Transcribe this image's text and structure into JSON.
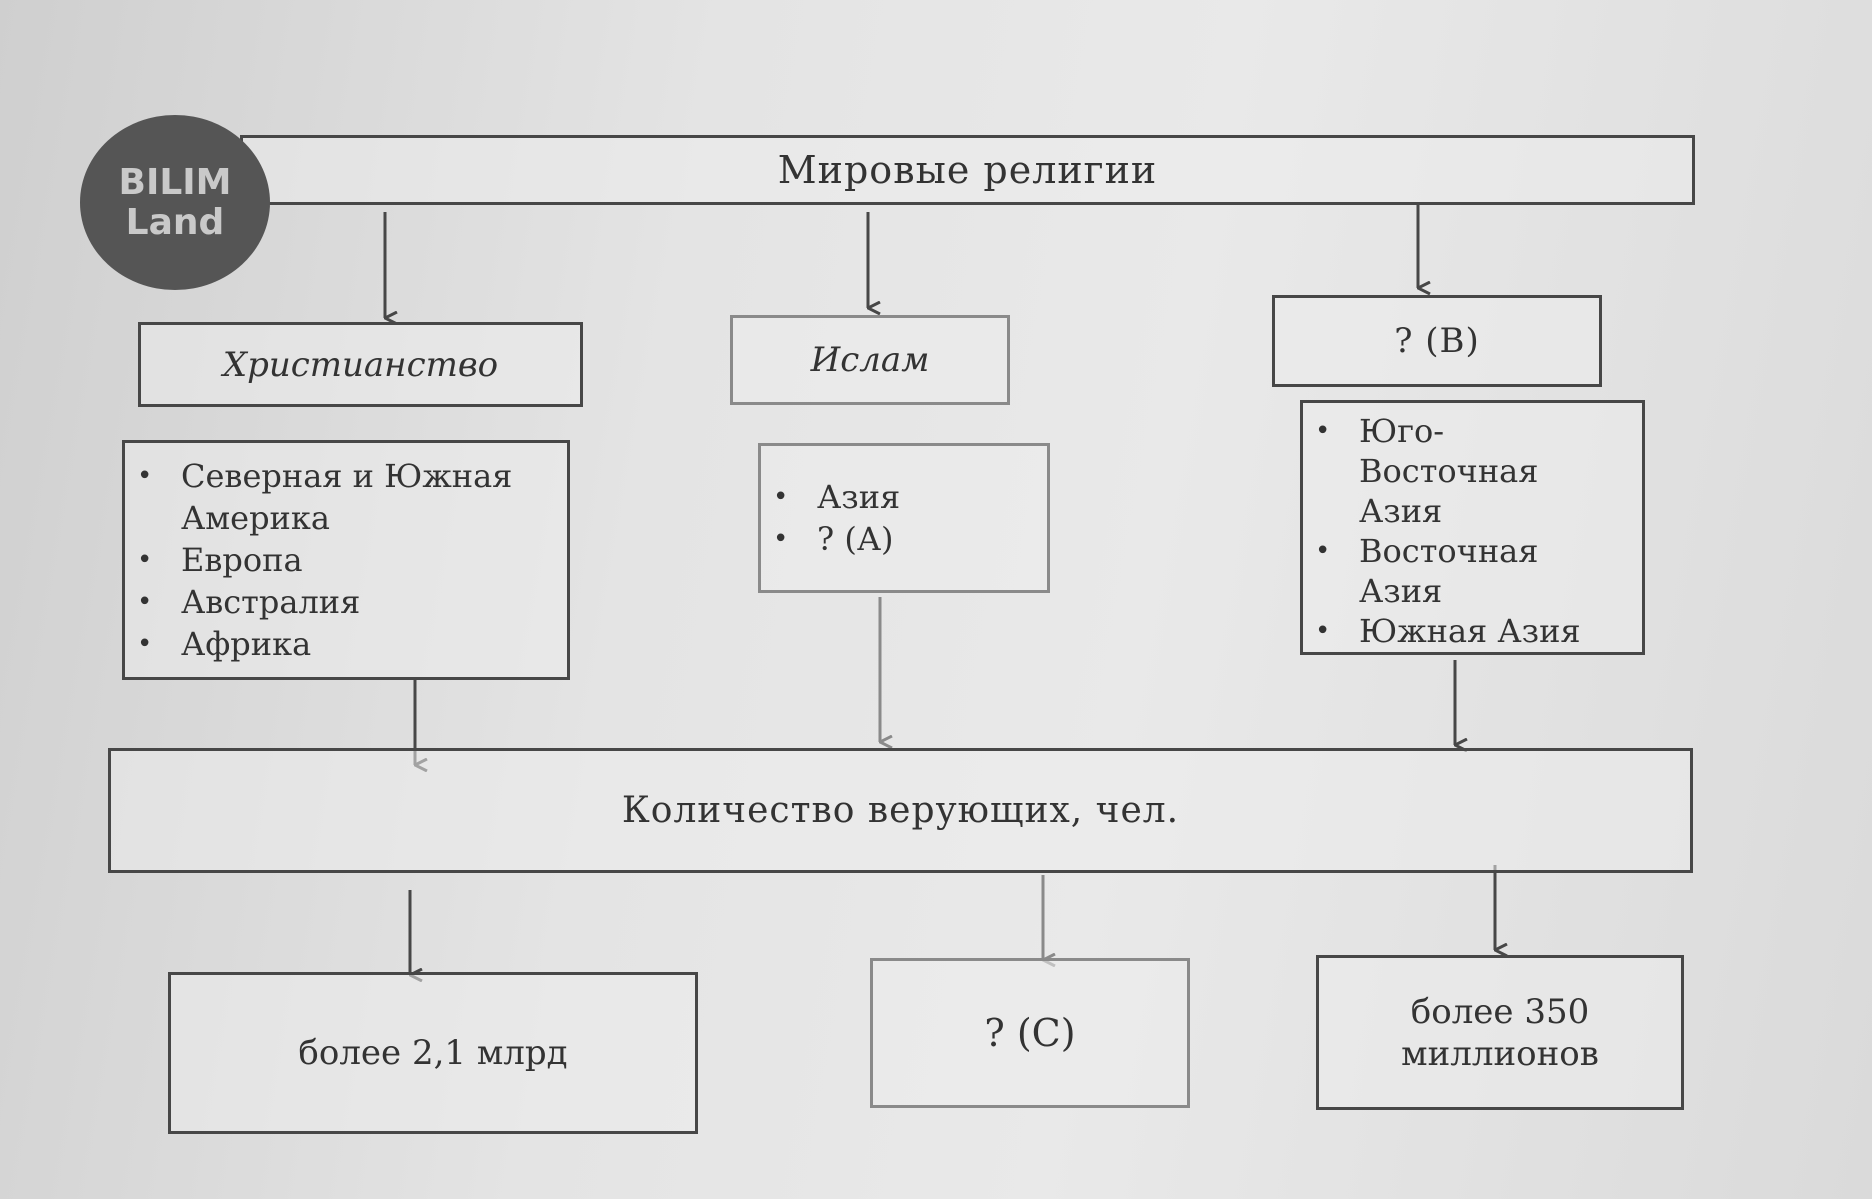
{
  "logo": {
    "line1": "BILIM",
    "line2": "Land"
  },
  "top": {
    "title": "Мировые религии"
  },
  "religions": [
    {
      "name": "Христианство",
      "regions": [
        "Северная и Южная Америка",
        "Европа",
        "Австралия",
        "Африка"
      ]
    },
    {
      "name": "Ислам",
      "regions": [
        "Азия",
        "? (А)"
      ]
    },
    {
      "name": "? (В)",
      "regions": [
        "Юго-Восточная Азия",
        "Восточная Азия",
        "Южная Азия"
      ]
    }
  ],
  "believers": {
    "title": "Количество верующих, чел."
  },
  "counts": [
    "более 2,1 млрд",
    "? (С)",
    "более 350 миллионов"
  ],
  "colors": {
    "stroke": "#474747",
    "faded_stroke": "#8a8a8a",
    "logo_fill": "#555555",
    "paper": "#e4e4e4"
  }
}
